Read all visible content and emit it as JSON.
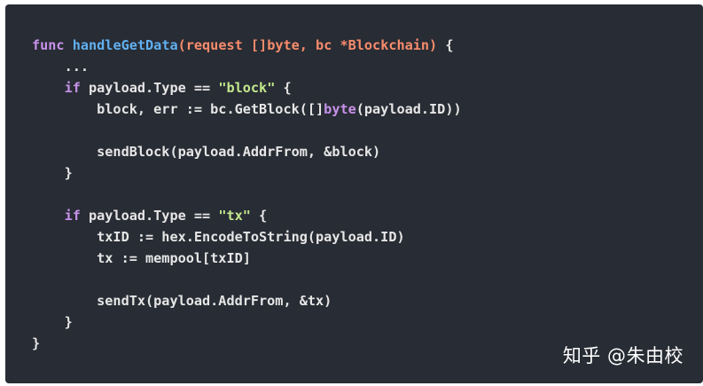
{
  "code": {
    "lines": [
      [
        [
          "kw",
          "func"
        ],
        [
          "pl",
          " "
        ],
        [
          "fn",
          "handleGetData"
        ],
        [
          "par",
          "(request []byte, bc *Blockchain)"
        ],
        [
          "pl",
          " {"
        ]
      ],
      [
        [
          "pl",
          "    ..."
        ]
      ],
      [
        [
          "pl",
          "    "
        ],
        [
          "kw",
          "if"
        ],
        [
          "pl",
          " payload.Type == "
        ],
        [
          "str",
          "\"block\""
        ],
        [
          "pl",
          " {"
        ]
      ],
      [
        [
          "pl",
          "        block, err := bc.GetBlock([]"
        ],
        [
          "kw",
          "byte"
        ],
        [
          "pl",
          "(payload.ID))"
        ]
      ],
      [],
      [
        [
          "pl",
          "        sendBlock(payload.AddrFrom, &block)"
        ]
      ],
      [
        [
          "pl",
          "    }"
        ]
      ],
      [],
      [
        [
          "pl",
          "    "
        ],
        [
          "kw",
          "if"
        ],
        [
          "pl",
          " payload.Type == "
        ],
        [
          "str",
          "\"tx\""
        ],
        [
          "pl",
          " {"
        ]
      ],
      [
        [
          "pl",
          "        txID := hex.EncodeToString(payload.ID)"
        ]
      ],
      [
        [
          "pl",
          "        tx := mempool[txID]"
        ]
      ],
      [],
      [
        [
          "pl",
          "        sendTx(payload.AddrFrom, &tx)"
        ]
      ],
      [
        [
          "pl",
          "    }"
        ]
      ],
      [
        [
          "pl",
          "}"
        ]
      ]
    ]
  },
  "watermark": "知乎 @朱由校",
  "colors": {
    "background": "#282c34",
    "keyword": "#c792ea",
    "function": "#61afef",
    "params": "#f78c6c",
    "string": "#c3e88d",
    "plain": "#e6e6e6"
  }
}
